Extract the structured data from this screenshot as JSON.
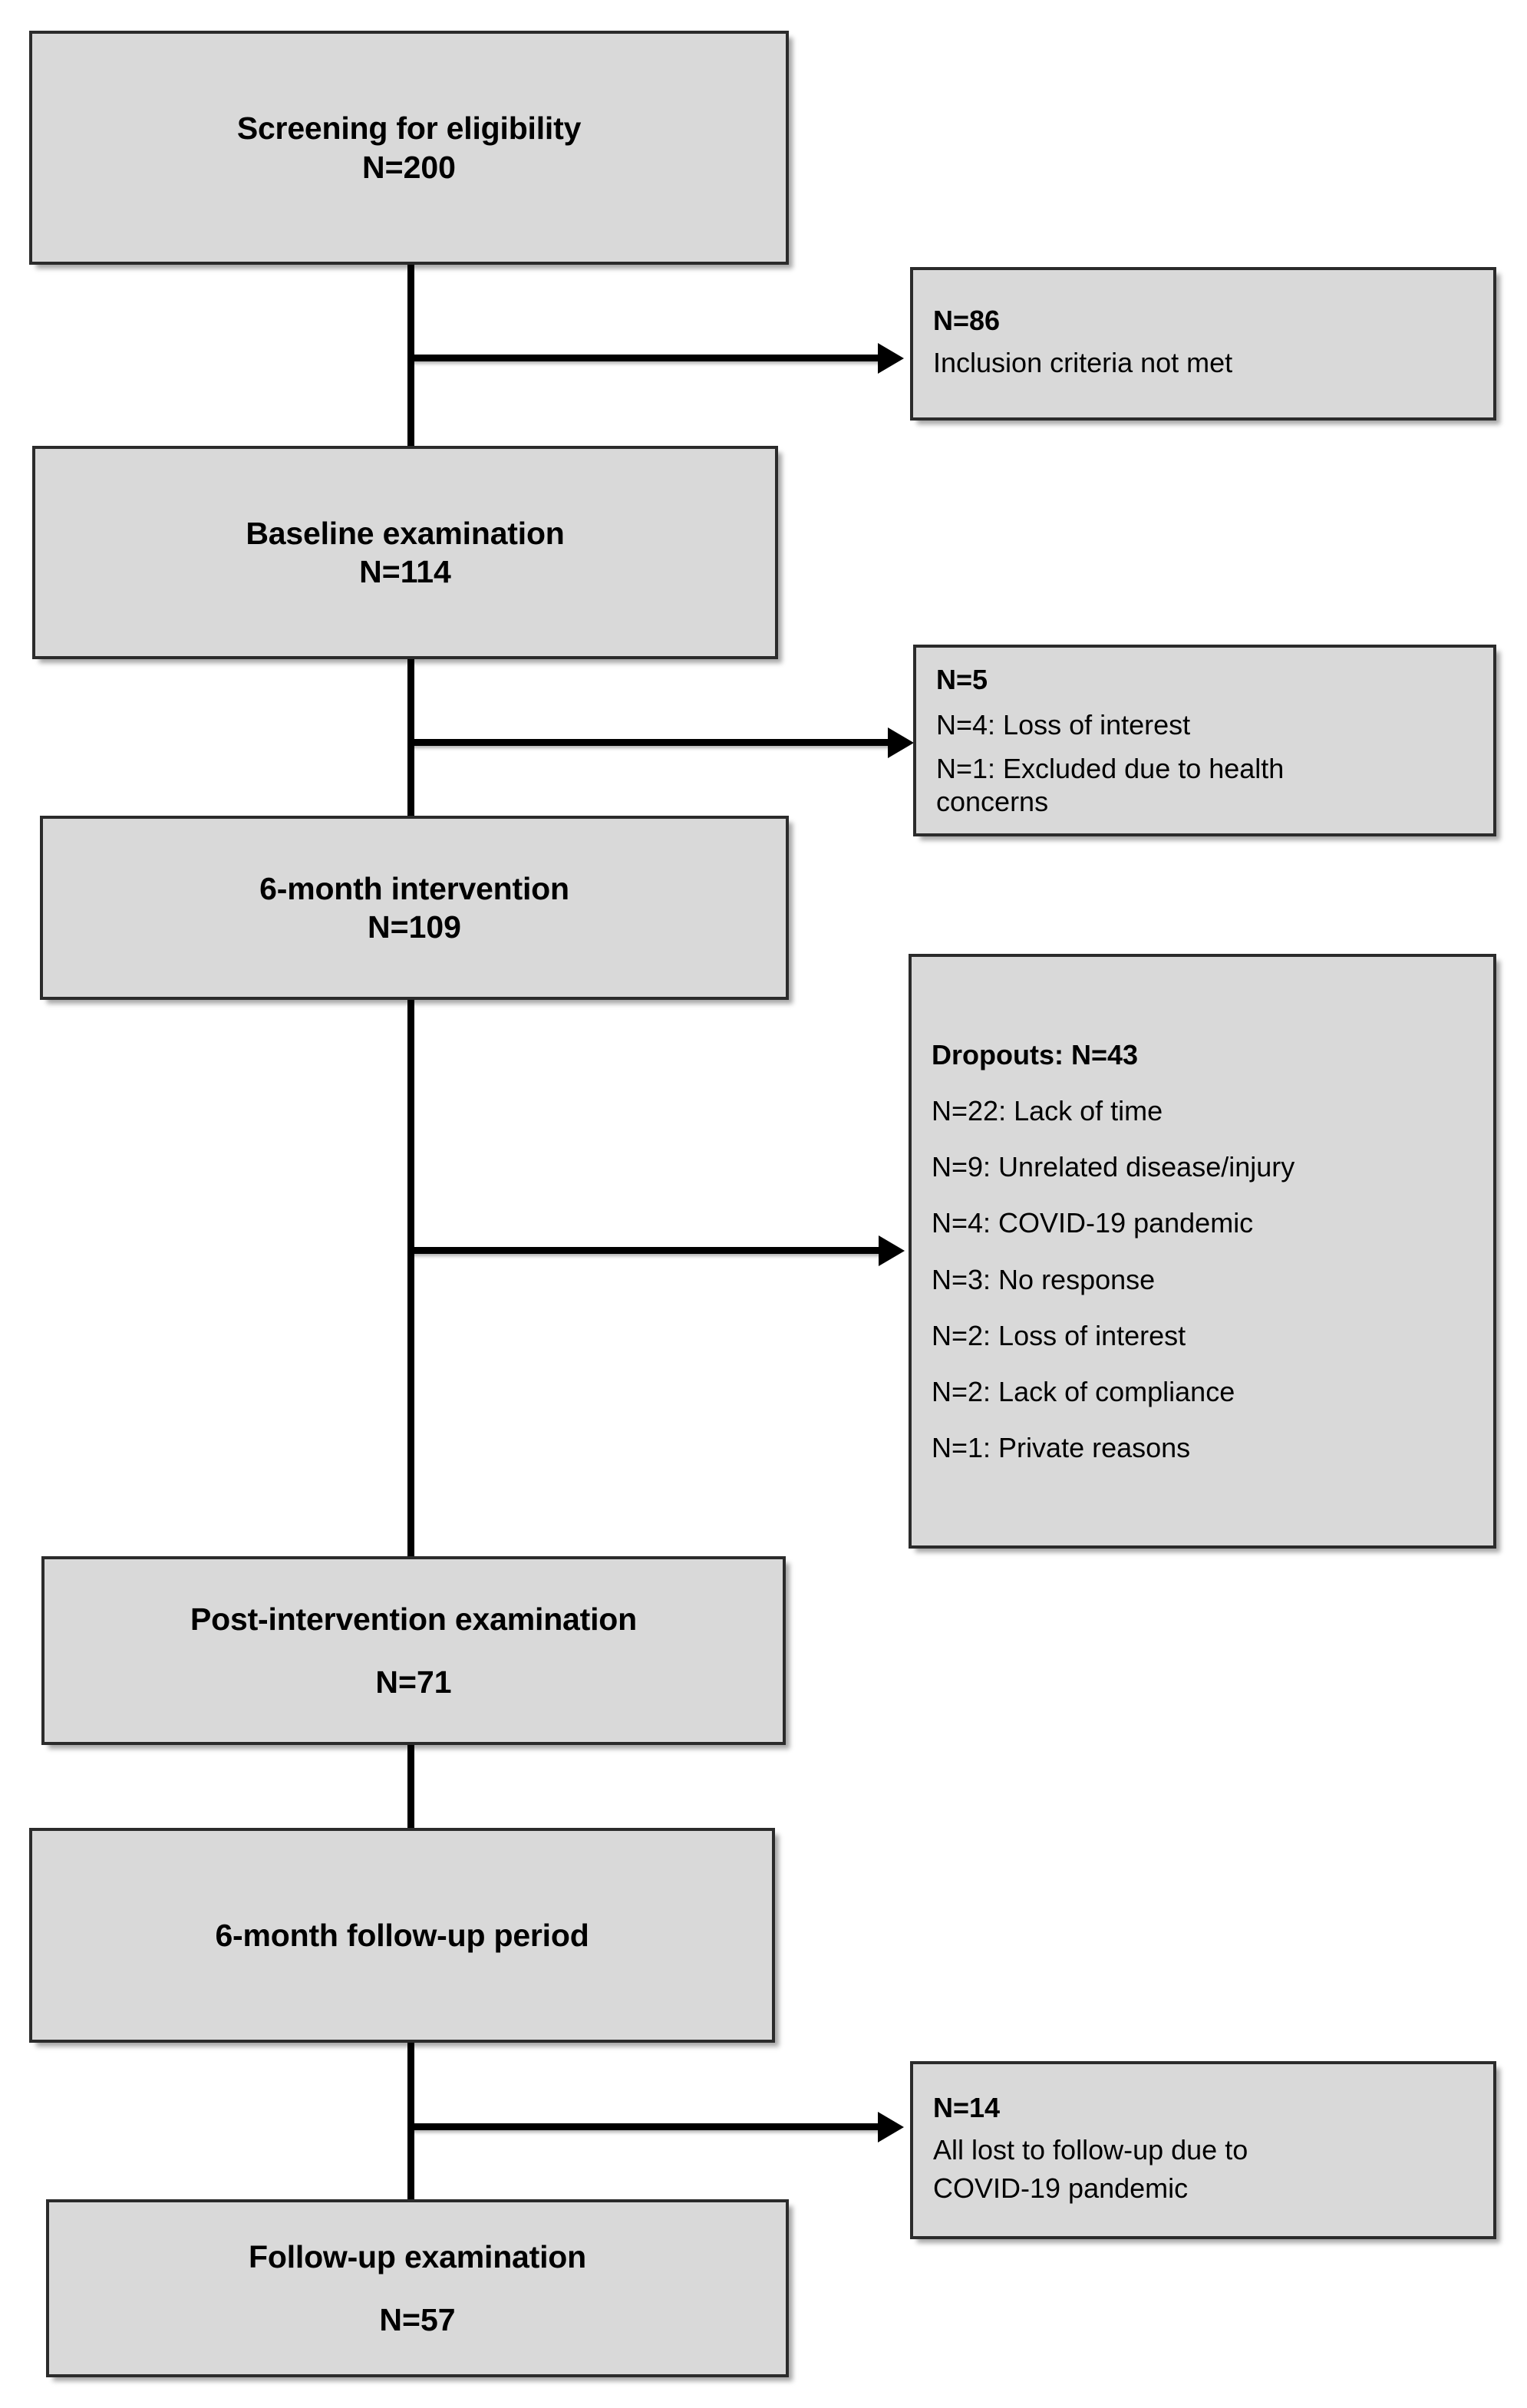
{
  "diagram": {
    "type": "participant-flow-chart",
    "colors": {
      "box_fill": "#d9d9d9",
      "box_border": "#2b2b2b",
      "connector": "#000000",
      "background": "#ffffff"
    }
  },
  "main_nodes": [
    {
      "id": "screening",
      "title": "Screening for eligibility",
      "count": "N=200"
    },
    {
      "id": "baseline",
      "title": "Baseline examination",
      "count": "N=114"
    },
    {
      "id": "intervention",
      "title": "6-month intervention",
      "count": "N=109"
    },
    {
      "id": "post_intervention",
      "title": "Post-intervention examination",
      "count": "N=71"
    },
    {
      "id": "followup_period",
      "title": "6-month follow-up period",
      "count": ""
    },
    {
      "id": "followup_exam",
      "title": "Follow-up examination",
      "count": "N=57"
    }
  ],
  "side_nodes": [
    {
      "id": "excluded_screening",
      "head": "N=86",
      "lines": [
        "Inclusion criteria not met"
      ]
    },
    {
      "id": "excluded_baseline",
      "head": "N=5",
      "lines": [
        "N=4: Loss of interest",
        "N=1: Excluded due to health\n        concerns"
      ]
    },
    {
      "id": "dropouts",
      "head": "Dropouts: N=43",
      "lines": [
        "N=22: Lack of time",
        "N=9: Unrelated disease/injury",
        "N=4: COVID-19 pandemic",
        "N=3: No response",
        "N=2: Loss of interest",
        "N=2: Lack of compliance",
        "N=1: Private reasons"
      ]
    },
    {
      "id": "lost_followup",
      "head": "N=14",
      "lines": [
        "All lost to follow-up due to",
        "COVID-19 pandemic"
      ]
    }
  ],
  "chart_data": {
    "type": "flow",
    "title": "Participant flow diagram",
    "stages": [
      {
        "label": "Screening for eligibility",
        "n": 200
      },
      {
        "label": "Baseline examination",
        "n": 114
      },
      {
        "label": "6-month intervention",
        "n": 109
      },
      {
        "label": "Post-intervention examination",
        "n": 71
      },
      {
        "label": "6-month follow-up period",
        "n": null
      },
      {
        "label": "Follow-up examination",
        "n": 57
      }
    ],
    "exclusions": [
      {
        "after": "Screening for eligibility",
        "n": 86,
        "reasons": [
          {
            "label": "Inclusion criteria not met",
            "n": 86
          }
        ]
      },
      {
        "after": "Baseline examination",
        "n": 5,
        "reasons": [
          {
            "label": "Loss of interest",
            "n": 4
          },
          {
            "label": "Excluded due to health concerns",
            "n": 1
          }
        ]
      },
      {
        "after": "6-month intervention",
        "n": 43,
        "label": "Dropouts",
        "reasons": [
          {
            "label": "Lack of time",
            "n": 22
          },
          {
            "label": "Unrelated disease/injury",
            "n": 9
          },
          {
            "label": "COVID-19 pandemic",
            "n": 4
          },
          {
            "label": "No response",
            "n": 3
          },
          {
            "label": "Loss of interest",
            "n": 2
          },
          {
            "label": "Lack of compliance",
            "n": 2
          },
          {
            "label": "Private reasons",
            "n": 1
          }
        ]
      },
      {
        "after": "6-month follow-up period",
        "n": 14,
        "reasons": [
          {
            "label": "All lost to follow-up due to COVID-19 pandemic",
            "n": 14
          }
        ]
      }
    ]
  }
}
